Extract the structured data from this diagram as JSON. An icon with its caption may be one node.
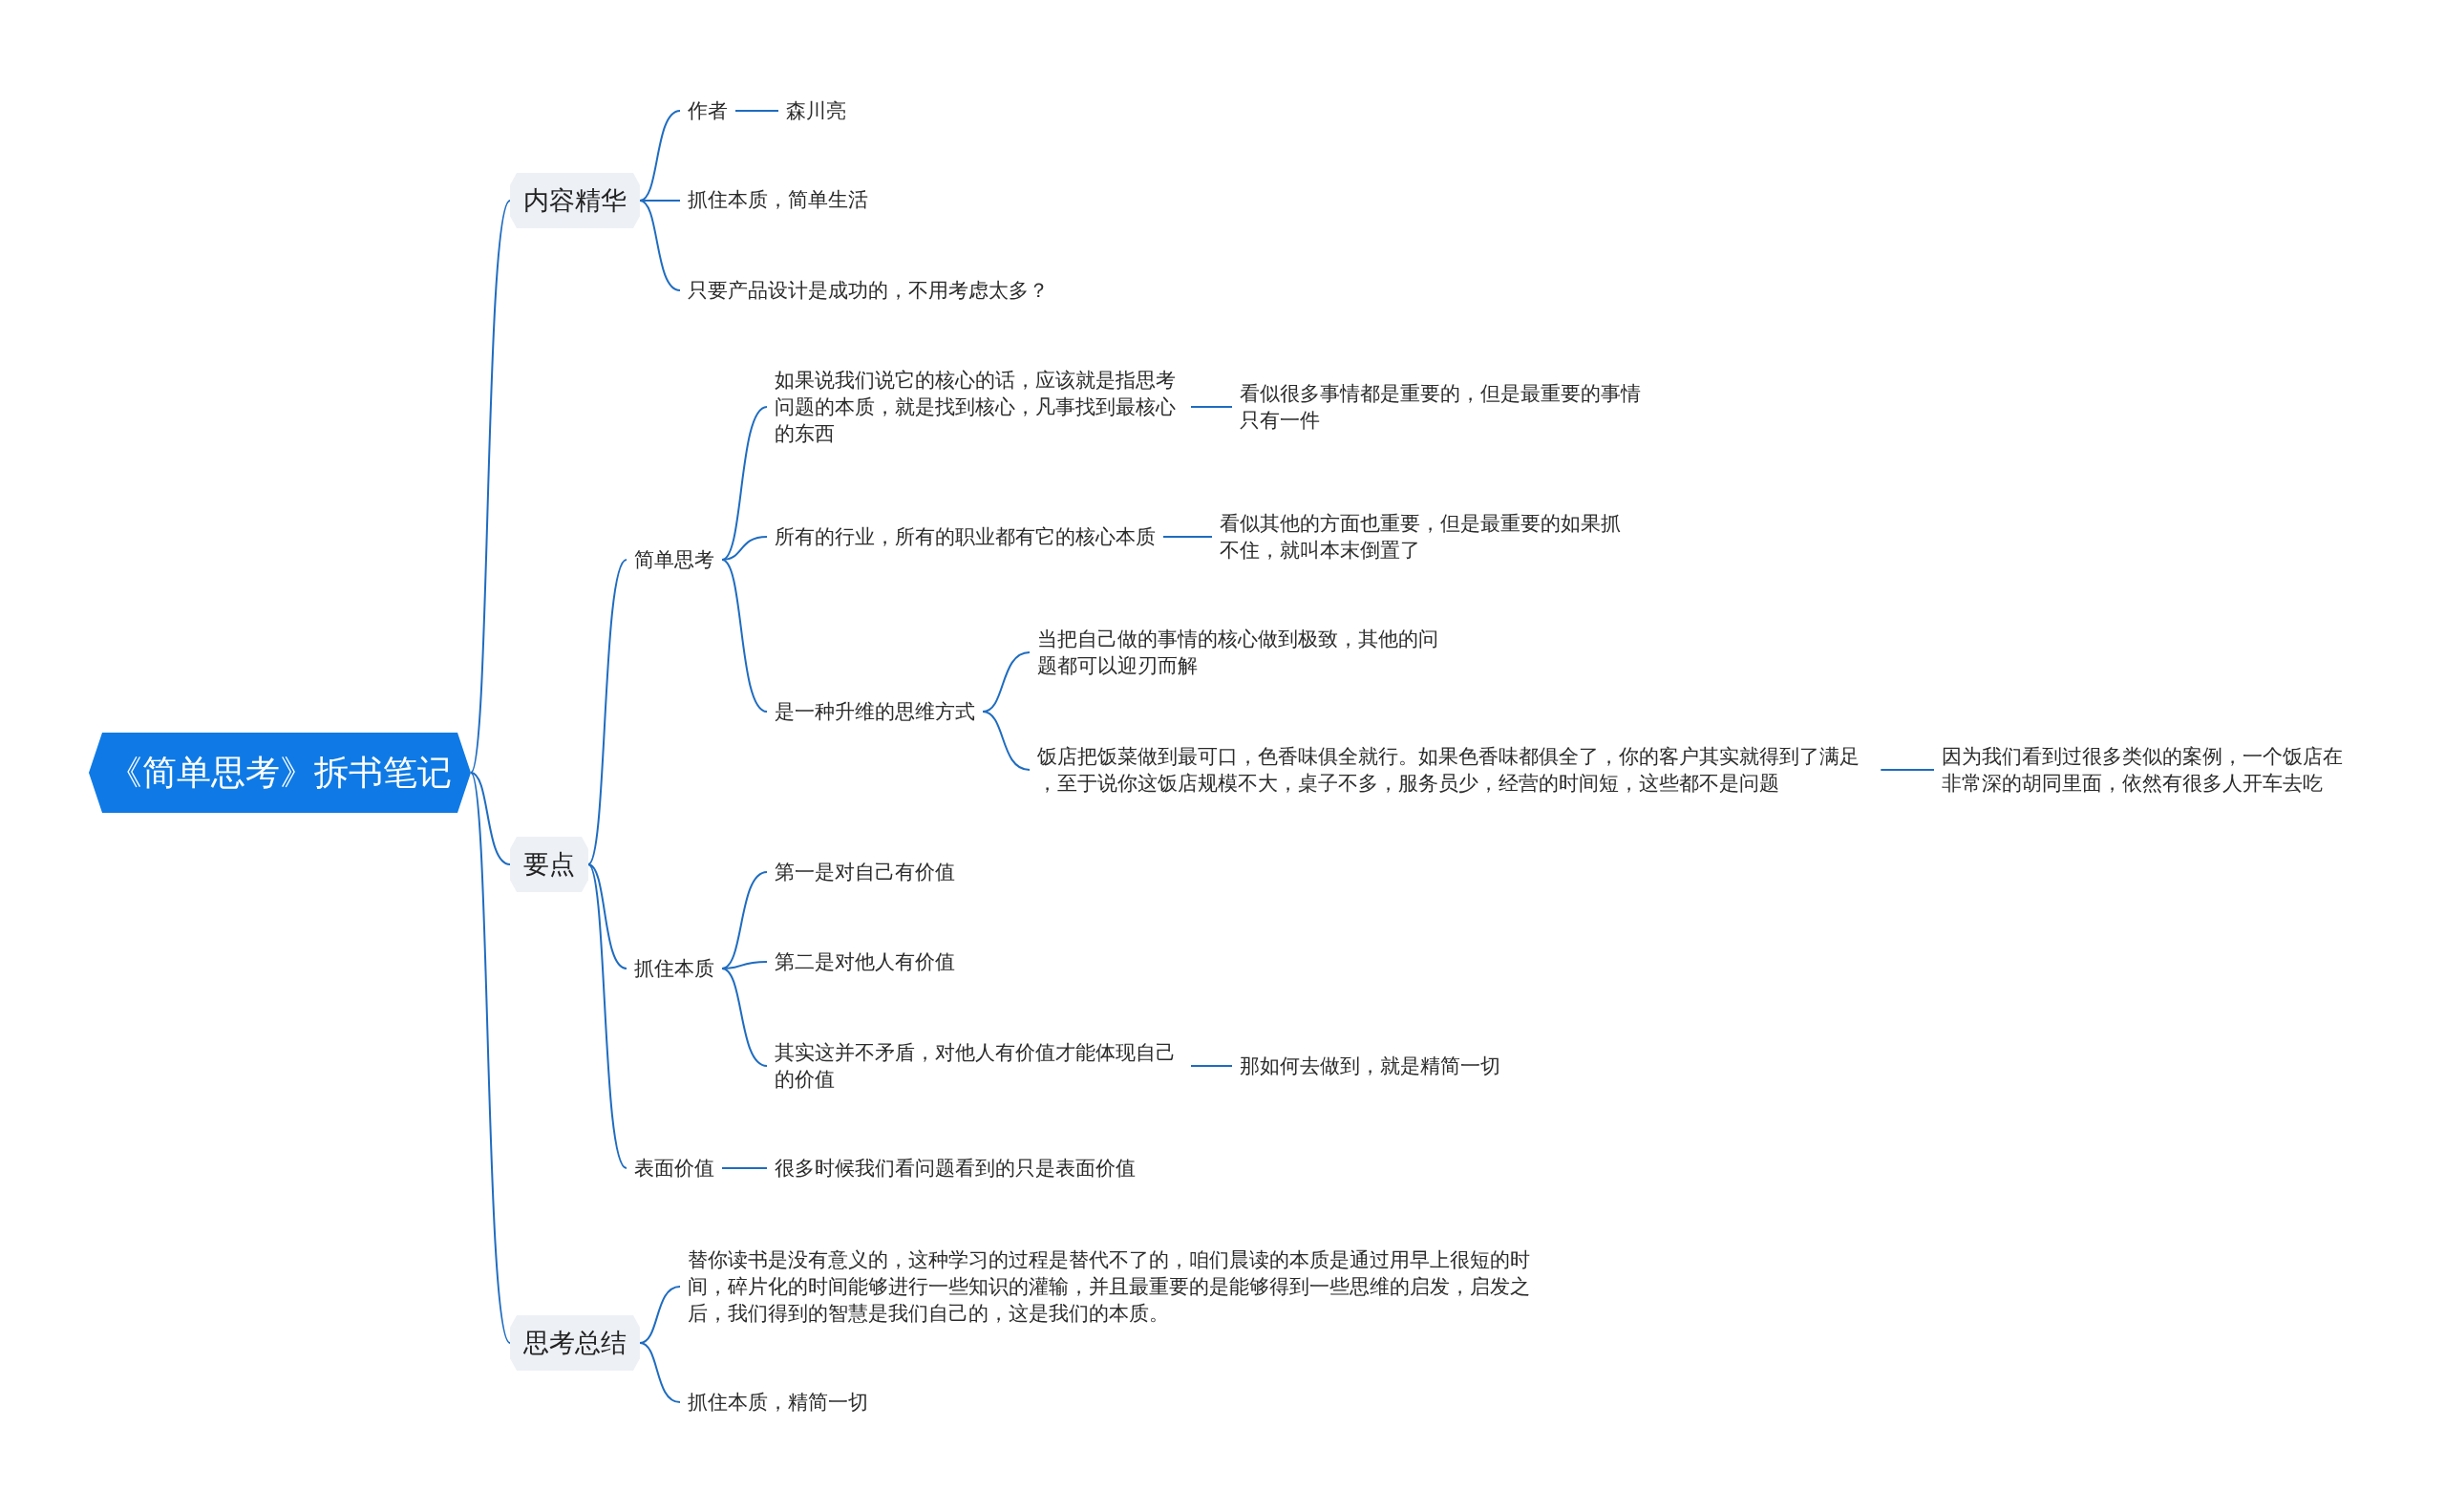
{
  "diagram": {
    "nodes": [
      {
        "text": [
          "《简单思考》拆书笔记"
        ]
      },
      {
        "text": [
          "内容精华"
        ]
      },
      {
        "text": [
          "作者"
        ]
      },
      {
        "text": [
          "森川亮"
        ]
      },
      {
        "text": [
          "抓住本质，简单生活"
        ]
      },
      {
        "text": [
          "只要产品设计是成功的，不用考虑太多？"
        ]
      },
      {
        "text": [
          "要点"
        ]
      },
      {
        "text": [
          "简单思考"
        ]
      },
      {
        "text": [
          "如果说我们说它的核心的话，应该就是指思考问题的本质，就是找到核心，凡事找到最核心的东西"
        ]
      },
      {
        "text": [
          "看似很多事情都是重要的，但是最重要的事情只有一件"
        ]
      },
      {
        "text": [
          "所有的行业，所有的职业都有它的核心本质"
        ]
      },
      {
        "text": [
          "看似其他的方面也重要，但是最重要的如果抓不住，就叫本末倒置了"
        ]
      },
      {
        "text": [
          "是一种升维的思维方式"
        ]
      },
      {
        "text": [
          "当把自己做的事情的核心做到极致，其他的问题都可以迎刃而解"
        ]
      },
      {
        "text": [
          "饭店把饭菜做到最可口，色香味俱全就行。如果色香味都俱全了，你的客户其实就得到了满足，至于说你这饭店规模不大，桌子不多，服务员少，经营的时间短，这些都不是问题"
        ]
      },
      {
        "text": [
          "因为我们看到过很多类似的案例，一个饭店在非常深的胡同里面，依然有很多人开车去吃"
        ]
      },
      {
        "text": [
          "抓住本质"
        ]
      },
      {
        "text": [
          "第一是对自己有价值"
        ]
      },
      {
        "text": [
          "第二是对他人有价值"
        ]
      },
      {
        "text": [
          "其实这并不矛盾，对他人有价值才能体现自己的价值"
        ]
      },
      {
        "text": [
          "那如何去做到，就是精简一切"
        ]
      },
      {
        "text": [
          "表面价值"
        ]
      },
      {
        "text": [
          "很多时候我们看问题看到的只是表面价值"
        ]
      },
      {
        "text": [
          "思考总结"
        ]
      },
      {
        "text": [
          "替你读书是没有意义的，这种学习的过程是替代不了的，咱们晨读的本质是通过用早上很短的时间，碎片化的时间能够进行一些知识的灌输，并且最重要的是能够得到一些思维的启发，启发之后，我们得到的智慧是我们自己的，这是我们的本质。"
        ]
      },
      {
        "text": [
          "抓住本质，精简一切"
        ]
      }
    ],
    "edges": [
      {
        "from": 0,
        "to": 1,
        "arrow": "none"
      },
      {
        "from": 0,
        "to": 6,
        "arrow": "none"
      },
      {
        "from": 0,
        "to": 23,
        "arrow": "none"
      },
      {
        "from": 1,
        "to": 2,
        "arrow": "none"
      },
      {
        "from": 1,
        "to": 4,
        "arrow": "none"
      },
      {
        "from": 1,
        "to": 5,
        "arrow": "none"
      },
      {
        "from": 2,
        "to": 3,
        "arrow": "none"
      },
      {
        "from": 6,
        "to": 7,
        "arrow": "none"
      },
      {
        "from": 6,
        "to": 16,
        "arrow": "none"
      },
      {
        "from": 6,
        "to": 21,
        "arrow": "none"
      },
      {
        "from": 7,
        "to": 8,
        "arrow": "none"
      },
      {
        "from": 7,
        "to": 10,
        "arrow": "none"
      },
      {
        "from": 7,
        "to": 12,
        "arrow": "none"
      },
      {
        "from": 8,
        "to": 9,
        "arrow": "none"
      },
      {
        "from": 10,
        "to": 11,
        "arrow": "none"
      },
      {
        "from": 12,
        "to": 13,
        "arrow": "none"
      },
      {
        "from": 12,
        "to": 14,
        "arrow": "none"
      },
      {
        "from": 14,
        "to": 15,
        "arrow": "none"
      },
      {
        "from": 16,
        "to": 17,
        "arrow": "none"
      },
      {
        "from": 16,
        "to": 18,
        "arrow": "none"
      },
      {
        "from": 16,
        "to": 19,
        "arrow": "none"
      },
      {
        "from": 19,
        "to": 20,
        "arrow": "none"
      },
      {
        "from": 21,
        "to": 22,
        "arrow": "none"
      },
      {
        "from": 23,
        "to": 24,
        "arrow": "none"
      },
      {
        "from": 23,
        "to": 25,
        "arrow": "none"
      }
    ]
  }
}
